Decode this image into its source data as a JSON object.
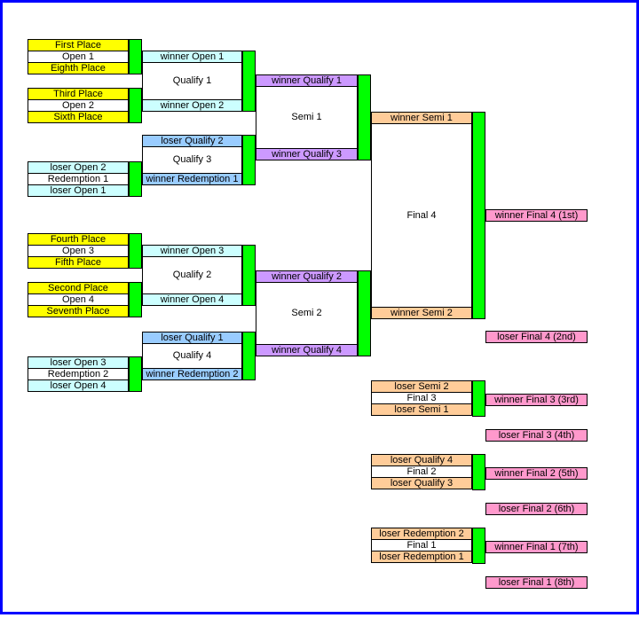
{
  "colors": {
    "frame": "#0000FF",
    "bar": "#00FF00",
    "seed": "#FFFF00",
    "plain": "#FFFFFF",
    "open_slot": "#CCFFFF",
    "redemption_slot": "#99CCFF",
    "semi_slot": "#CC99FF",
    "final_slot": "#FFCC99",
    "result": "#FF99CC"
  },
  "units": {
    "open1": {
      "top": "First Place",
      "mid": "Open 1",
      "bottom": "Eighth Place"
    },
    "open2": {
      "top": "Third Place",
      "mid": "Open 2",
      "bottom": "Sixth Place"
    },
    "open3": {
      "top": "Fourth Place",
      "mid": "Open 3",
      "bottom": "Fifth Place"
    },
    "open4": {
      "top": "Second Place",
      "mid": "Open 4",
      "bottom": "Seventh Place"
    },
    "redemption1": {
      "top": "loser Open 2",
      "mid": "Redemption 1",
      "bottom": "loser Open 1"
    },
    "redemption2": {
      "top": "loser Open 3",
      "mid": "Redemption 2",
      "bottom": "loser Open 4"
    },
    "qualify1": {
      "top": "winner Open 1",
      "mid": "Qualify 1",
      "bottom": "winner Open 2"
    },
    "qualify2": {
      "top": "winner Open 3",
      "mid": "Qualify 2",
      "bottom": "winner Open 4"
    },
    "qualify3": {
      "top": "loser Qualify 2",
      "mid": "Qualify 3",
      "bottom": "winner Redemption 1"
    },
    "qualify4": {
      "top": "loser Qualify 1",
      "mid": "Qualify 4",
      "bottom": "winner Redemption 2"
    },
    "semi1": {
      "top": "winner Qualify 1",
      "mid": "Semi 1",
      "bottom": "winner Qualify 3"
    },
    "semi2": {
      "top": "winner Qualify 2",
      "mid": "Semi 2",
      "bottom": "winner Qualify 4"
    },
    "final4": {
      "top": "winner Semi 1",
      "mid": "Final 4",
      "bottom": "winner Semi 2"
    },
    "final3": {
      "top": "loser Semi 2",
      "mid": "Final 3",
      "bottom": "loser Semi 1"
    },
    "final2": {
      "top": "loser Qualify 4",
      "mid": "Final 2",
      "bottom": "loser Qualify 3"
    },
    "final1": {
      "top": "loser Redemption 2",
      "mid": "Final 1",
      "bottom": "loser Redemption 1"
    }
  },
  "results": {
    "first": "winner Final 4 (1st)",
    "second": "loser Final 4 (2nd)",
    "third": "winner Final 3 (3rd)",
    "fourth": "loser Final 3 (4th)",
    "fifth": "winner Final 2 (5th)",
    "sixth": "loser Final 2 (6th)",
    "seventh": "winner Final 1 (7th)",
    "eighth": "loser Final 1 (8th)"
  }
}
